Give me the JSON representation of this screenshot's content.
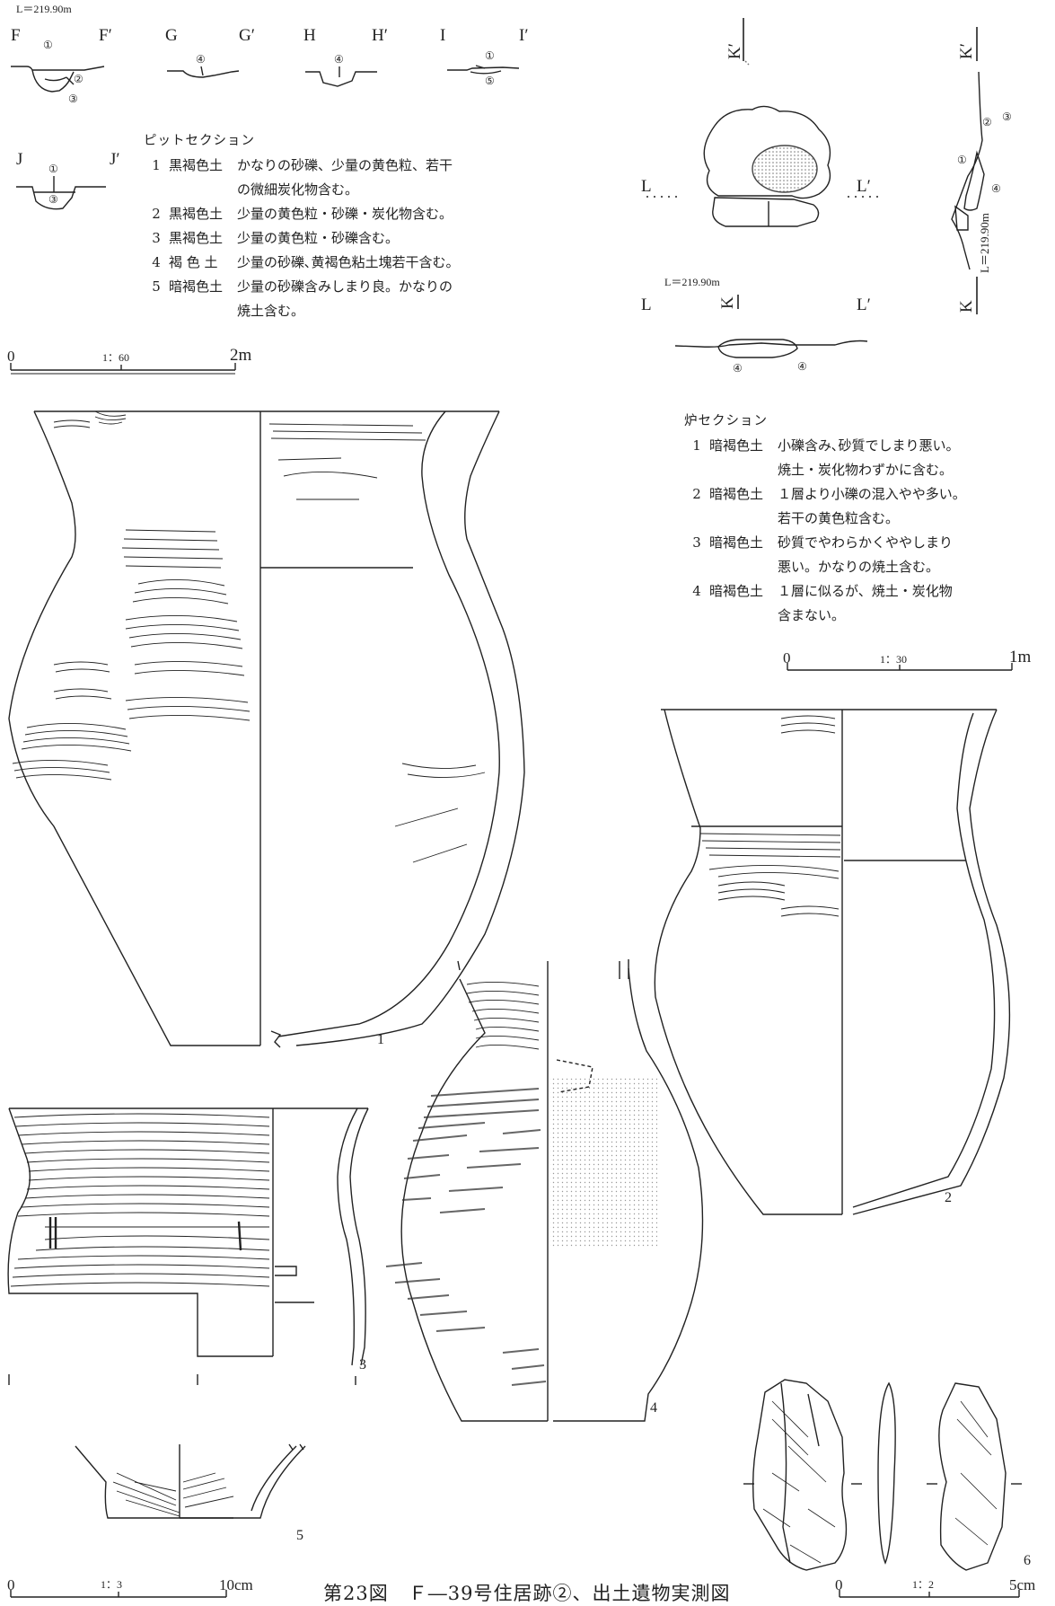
{
  "pit": {
    "elevation": "L＝219.90m",
    "sections": [
      {
        "a": "F",
        "b": "F′"
      },
      {
        "a": "G",
        "b": "G′"
      },
      {
        "a": "H",
        "b": "H′"
      },
      {
        "a": "I",
        "b": "I′"
      },
      {
        "a": "J",
        "b": "J′"
      }
    ],
    "layer_marks": {
      "f1": "①",
      "f2": "②",
      "f3": "③",
      "g4": "④",
      "h4": "④",
      "i1": "①",
      "i5": "⑤",
      "j1": "①",
      "j3": "③"
    },
    "legend_title": "ピットセクション",
    "legend": [
      {
        "n": "1",
        "soil": "黒褐色土",
        "desc": "かなりの砂礫、少量の黄色粒、若干\nの微細炭化物含む。"
      },
      {
        "n": "2",
        "soil": "黒褐色土",
        "desc": "少量の黄色粒・砂礫・炭化物含む。"
      },
      {
        "n": "3",
        "soil": "黒褐色土",
        "desc": "少量の黄色粒・砂礫含む。"
      },
      {
        "n": "4",
        "soil": "褐 色 土",
        "desc": "少量の砂礫､黄褐色粘土塊若干含む。"
      },
      {
        "n": "5",
        "soil": "暗褐色土",
        "desc": "少量の砂礫含みしまり良。かなりの\n焼土含む。"
      }
    ],
    "scale": {
      "zero": "0",
      "ratio": "1：60",
      "end": "2m"
    }
  },
  "hearth": {
    "elevation": "L＝219.90m",
    "vertical_elevation": "L＝219.90m",
    "labels": {
      "L": "L",
      "L2": "L′",
      "K": "K",
      "K2": "K′"
    },
    "layer_marks": {
      "a": "②",
      "b": "③",
      "c": "①",
      "d": "④",
      "e": "④",
      "f": "④"
    },
    "legend_title": "炉セクション",
    "legend": [
      {
        "n": "1",
        "soil": "暗褐色土",
        "desc": "小礫含み､砂質でしまり悪い。\n焼土・炭化物わずかに含む。"
      },
      {
        "n": "2",
        "soil": "暗褐色土",
        "desc": "１層より小礫の混入やや多い。\n若干の黄色粒含む。"
      },
      {
        "n": "3",
        "soil": "暗褐色土",
        "desc": "砂質でやわらかくややしまり\n悪い。かなりの焼土含む。"
      },
      {
        "n": "4",
        "soil": "暗褐色土",
        "desc": "１層に似るが、焼土・炭化物\n含まない。"
      }
    ],
    "scale": {
      "zero": "0",
      "ratio": "1：30",
      "end": "1m"
    }
  },
  "artifacts": {
    "n1": "1",
    "n2": "2",
    "n3": "3",
    "n4": "4",
    "n5": "5",
    "n6": "6"
  },
  "scales": {
    "pottery": {
      "zero": "0",
      "ratio": "1：3",
      "end": "10cm"
    },
    "stone": {
      "zero": "0",
      "ratio": "1：2",
      "end": "5cm"
    }
  },
  "caption": "第23図　Ｆ―39号住居跡②、出土遺物実測図"
}
